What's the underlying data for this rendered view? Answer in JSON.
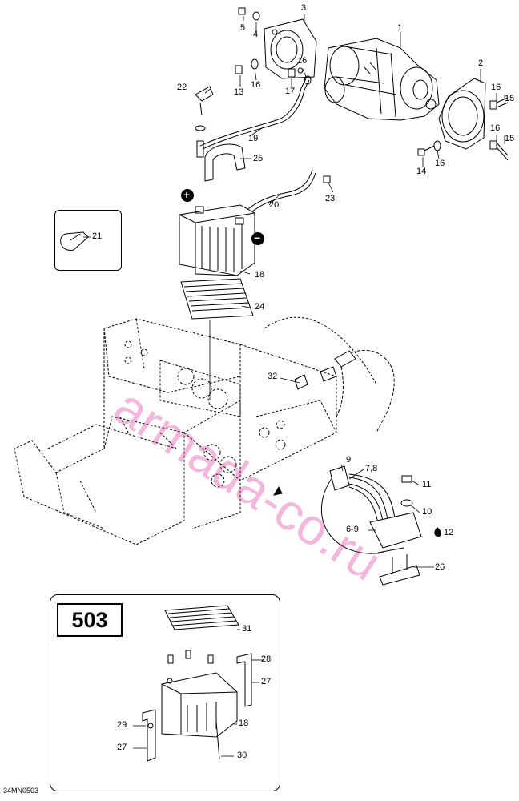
{
  "diagram": {
    "drawing_code": "34MN0503",
    "watermark": "armada-co.ru",
    "inset_box_label": "503",
    "polarity": {
      "positive": "+",
      "negative": "−"
    },
    "drop_symbol": "drop-icon",
    "callouts": [
      {
        "id": "c1",
        "text": "1"
      },
      {
        "id": "c2",
        "text": "2"
      },
      {
        "id": "c3",
        "text": "3"
      },
      {
        "id": "c4",
        "text": "4"
      },
      {
        "id": "c5",
        "text": "5"
      },
      {
        "id": "c13",
        "text": "13"
      },
      {
        "id": "c16a",
        "text": "16"
      },
      {
        "id": "c16b",
        "text": "16"
      },
      {
        "id": "c17",
        "text": "17"
      },
      {
        "id": "c22",
        "text": "22"
      },
      {
        "id": "c19",
        "text": "19"
      },
      {
        "id": "c16c",
        "text": "16"
      },
      {
        "id": "c15a",
        "text": "15"
      },
      {
        "id": "c16d",
        "text": "16"
      },
      {
        "id": "c15b",
        "text": "15"
      },
      {
        "id": "c14",
        "text": "14"
      },
      {
        "id": "c16e",
        "text": "16"
      },
      {
        "id": "c25",
        "text": "25"
      },
      {
        "id": "c23",
        "text": "23"
      },
      {
        "id": "c20",
        "text": "20"
      },
      {
        "id": "c21",
        "text": "21"
      },
      {
        "id": "c18a",
        "text": "18"
      },
      {
        "id": "c24",
        "text": "24"
      },
      {
        "id": "c32",
        "text": "32"
      },
      {
        "id": "c9",
        "text": "9"
      },
      {
        "id": "c78",
        "text": "7,8"
      },
      {
        "id": "c11",
        "text": "11"
      },
      {
        "id": "c10",
        "text": "10"
      },
      {
        "id": "c69",
        "text": "6-9"
      },
      {
        "id": "c12",
        "text": "12"
      },
      {
        "id": "c26",
        "text": "26"
      },
      {
        "id": "c31",
        "text": "31"
      },
      {
        "id": "c28",
        "text": "28"
      },
      {
        "id": "c27a",
        "text": "27"
      },
      {
        "id": "c29",
        "text": "29"
      },
      {
        "id": "c18b",
        "text": "18"
      },
      {
        "id": "c27b",
        "text": "27"
      },
      {
        "id": "c30",
        "text": "30"
      }
    ]
  }
}
